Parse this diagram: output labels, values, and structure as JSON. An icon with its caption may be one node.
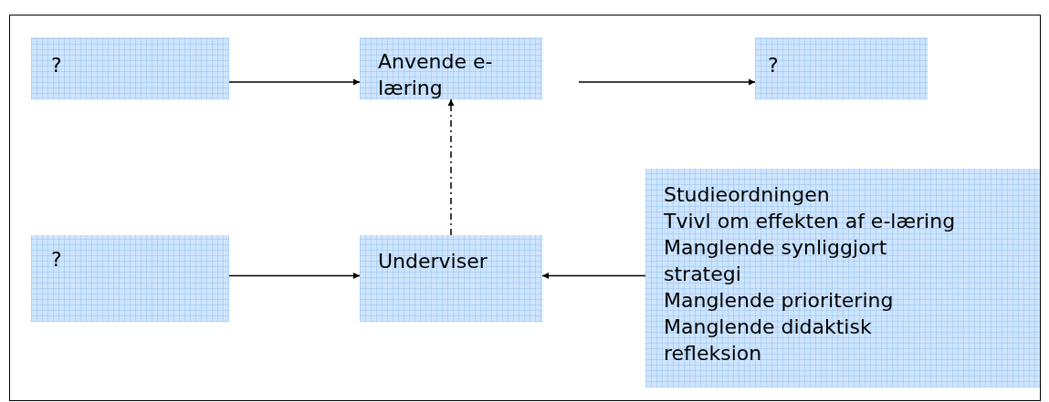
{
  "diagram": {
    "nodes": [
      {
        "text": [
          "?"
        ]
      },
      {
        "text": [
          "Anvende e-læring"
        ]
      },
      {
        "text": [
          "?"
        ]
      },
      {
        "text": [
          "?"
        ]
      },
      {
        "text": [
          "Underviser"
        ]
      },
      {
        "text": [
          "Studieordningen",
          "Tvivl om effekten af e-læring",
          "Manglende synliggjort strategi",
          "Manglende prioritering",
          "Manglende didaktisk refleksion"
        ]
      }
    ],
    "edges": [
      {
        "from": 0,
        "to": 1,
        "arrow": "to"
      },
      {
        "from": 1,
        "to": 2,
        "arrow": "to"
      },
      {
        "from": 4,
        "to": 1,
        "arrow": "to",
        "style": "dashed"
      },
      {
        "from": 3,
        "to": 4,
        "arrow": "to"
      },
      {
        "from": 5,
        "to": 4,
        "arrow": "to"
      }
    ]
  }
}
